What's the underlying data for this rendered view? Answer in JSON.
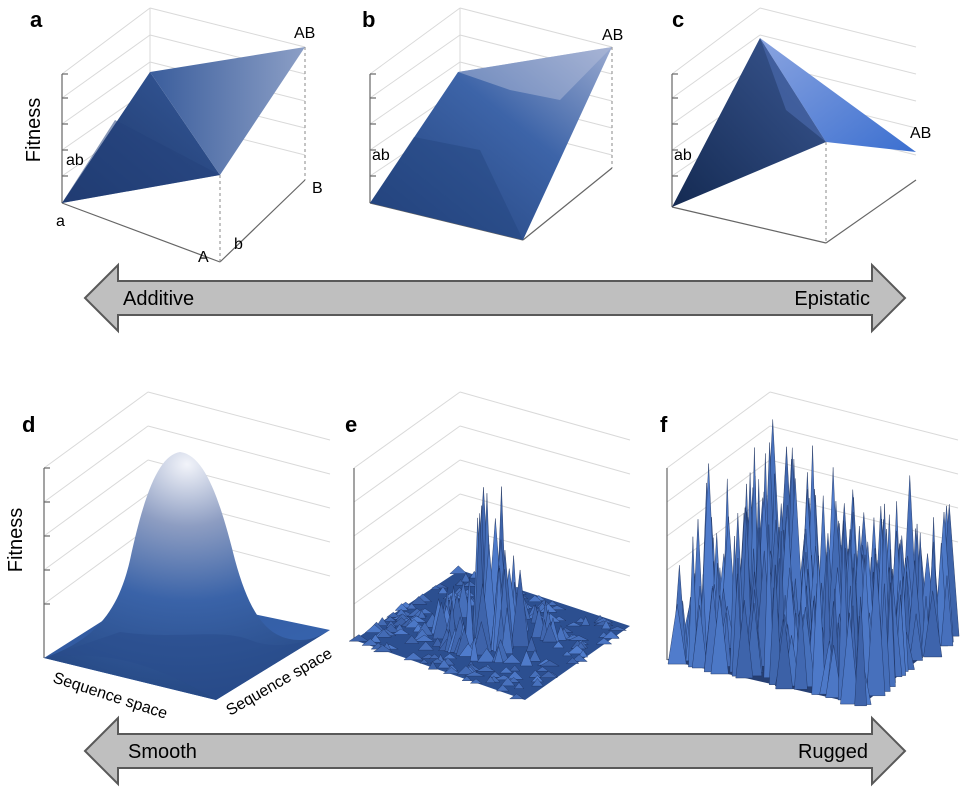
{
  "colors": {
    "surface_dark": "#1f3a6e",
    "surface_mid": "#2e5597",
    "surface_light": "#7f97c9",
    "highlight": "#9fb7e6",
    "grid": "#d9d9d9",
    "axis": "#555555",
    "arrow_fill": "#bfbfbf",
    "arrow_stroke": "#595959"
  },
  "top_row": {
    "fitness_label": "Fitness",
    "panels": {
      "a": {
        "letter": "a",
        "ab": "ab",
        "AB": "AB",
        "a": "a",
        "A": "A",
        "b": "b",
        "B": "B"
      },
      "b": {
        "letter": "b",
        "ab": "ab",
        "AB": "AB"
      },
      "c": {
        "letter": "c",
        "ab": "ab",
        "AB": "AB"
      }
    },
    "arrow": {
      "left": "Additive",
      "right": "Epistatic"
    }
  },
  "bottom_row": {
    "fitness_label": "Fitness",
    "panels": {
      "d": {
        "letter": "d",
        "xlabel": "Sequence space",
        "ylabel": "Sequence space"
      },
      "e": {
        "letter": "e"
      },
      "f": {
        "letter": "f"
      }
    },
    "arrow": {
      "left": "Smooth",
      "right": "Rugged"
    }
  }
}
